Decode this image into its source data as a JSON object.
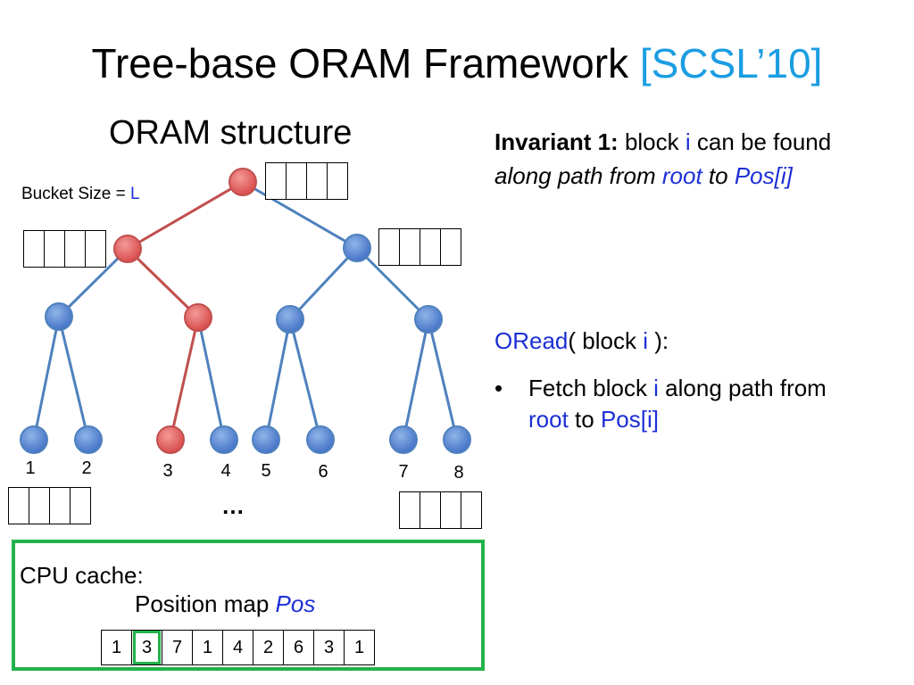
{
  "slide": {
    "title_main": "Tree-base ORAM Framework",
    "title_cite": "[SCSL’10]",
    "subtitle": "ORAM structure",
    "bucket_label": "Bucket Size = ",
    "bucket_var": "L"
  },
  "invariant": {
    "label": "Invariant 1:",
    "text1": " block ",
    "var_i": "i",
    "text2": " can be found",
    "line2_a": "along path from ",
    "root": "root",
    "line2_b": " to ",
    "pos": "Pos[i]"
  },
  "oread": {
    "name": "ORead",
    "args_a": "( block ",
    "var_i": "i",
    "args_b": " ):",
    "bullet": "•",
    "b_text1": "Fetch block ",
    "b_var_i": "i",
    "b_text2": " along path from ",
    "b_root": "root",
    "b_text3": " to ",
    "b_pos": "Pos[i]"
  },
  "tree": {
    "leaves": [
      "1",
      "2",
      "3",
      "4",
      "5",
      "6",
      "7",
      "8"
    ],
    "ellipsis": "…",
    "highlight_leaf": "3",
    "path_color": "#c0504d",
    "node_color": "#4f81bd"
  },
  "cpu": {
    "label": "CPU cache:",
    "pos_label": "Position map ",
    "pos_var": "Pos",
    "position_map": [
      "1",
      "3",
      "7",
      "1",
      "4",
      "2",
      "6",
      "3",
      "1"
    ],
    "highlight_index": 1,
    "box_color": "#23b24b"
  }
}
